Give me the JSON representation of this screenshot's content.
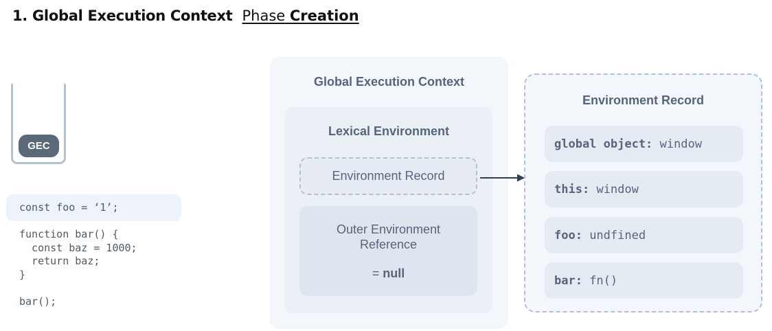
{
  "header": {
    "title": "1. Global Execution Context",
    "phase_label": "Phase",
    "phase_name": "Creation"
  },
  "call_stack": {
    "frames": [
      "GEC"
    ]
  },
  "code": {
    "lines": [
      "const foo = ‘1’;",
      "function bar() {",
      "  const baz = 1000;",
      "  return baz;",
      "}",
      "bar();"
    ]
  },
  "gec_panel": {
    "title": "Global Execution Context",
    "lexical_environment": {
      "title": "Lexical Environment",
      "environment_record": "Environment Record",
      "outer_reference_line1": "Outer Environment",
      "outer_reference_line2": "Reference",
      "outer_reference_prefix": "= ",
      "outer_reference_value": "null"
    }
  },
  "environment_record": {
    "title": "Environment Record",
    "entries": [
      {
        "key": "global object:",
        "value": " window"
      },
      {
        "key": "this:",
        "value": " window"
      },
      {
        "key": "foo:",
        "value": " undfined"
      },
      {
        "key": "bar:",
        "value": " fn()"
      }
    ]
  },
  "colors": {
    "arrow": "#2f3e50",
    "pill": "#5b6878",
    "dashed_border": "#b5c0ce"
  }
}
